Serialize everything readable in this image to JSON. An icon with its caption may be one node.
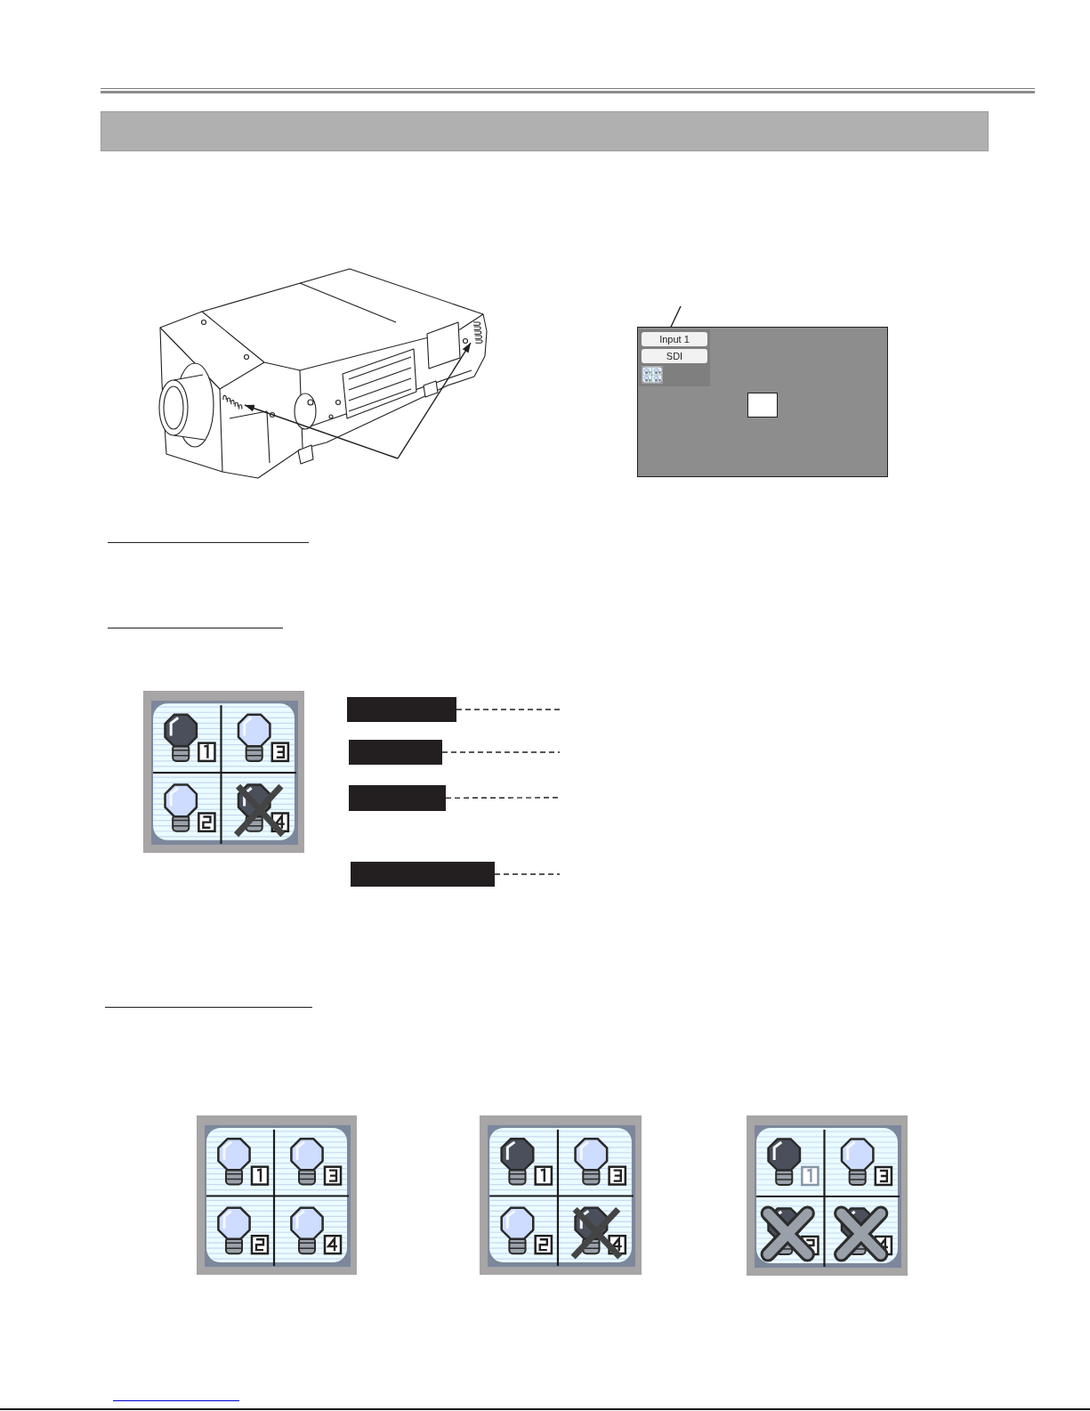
{
  "diagram": {
    "nodes": [
      {
        "text": [],
        "shape": "bar"
      },
      {
        "text": [],
        "shape": "picture"
      },
      {
        "text": [],
        "shape": "picture"
      },
      {
        "text": [],
        "shape": "box"
      },
      {
        "text": [],
        "shape": "box",
        "in": 3
      },
      {
        "text": [
          "Input 1"
        ],
        "in": 4
      },
      {
        "text": [
          "SDI"
        ],
        "in": 4
      },
      {
        "text": [],
        "shape": "bar"
      },
      {
        "text": [],
        "shape": "bar"
      },
      {
        "text": [],
        "shape": "bar"
      },
      {
        "text": [],
        "shape": "bar"
      }
    ],
    "edges": [
      {
        "from": null,
        "to": 1,
        "arrow": "to"
      },
      {
        "from": null,
        "to": 2,
        "arrow": "to"
      },
      {
        "from": null,
        "to": 4,
        "arrow": "none"
      },
      {
        "from": 7,
        "to": null,
        "arrow": "none",
        "style": "dashed"
      },
      {
        "from": 8,
        "to": null,
        "arrow": "none",
        "style": "dashed"
      },
      {
        "from": 9,
        "to": null,
        "arrow": "none",
        "style": "dashed"
      },
      {
        "from": 10,
        "to": null,
        "arrow": "none",
        "style": "dashed"
      }
    ]
  }
}
